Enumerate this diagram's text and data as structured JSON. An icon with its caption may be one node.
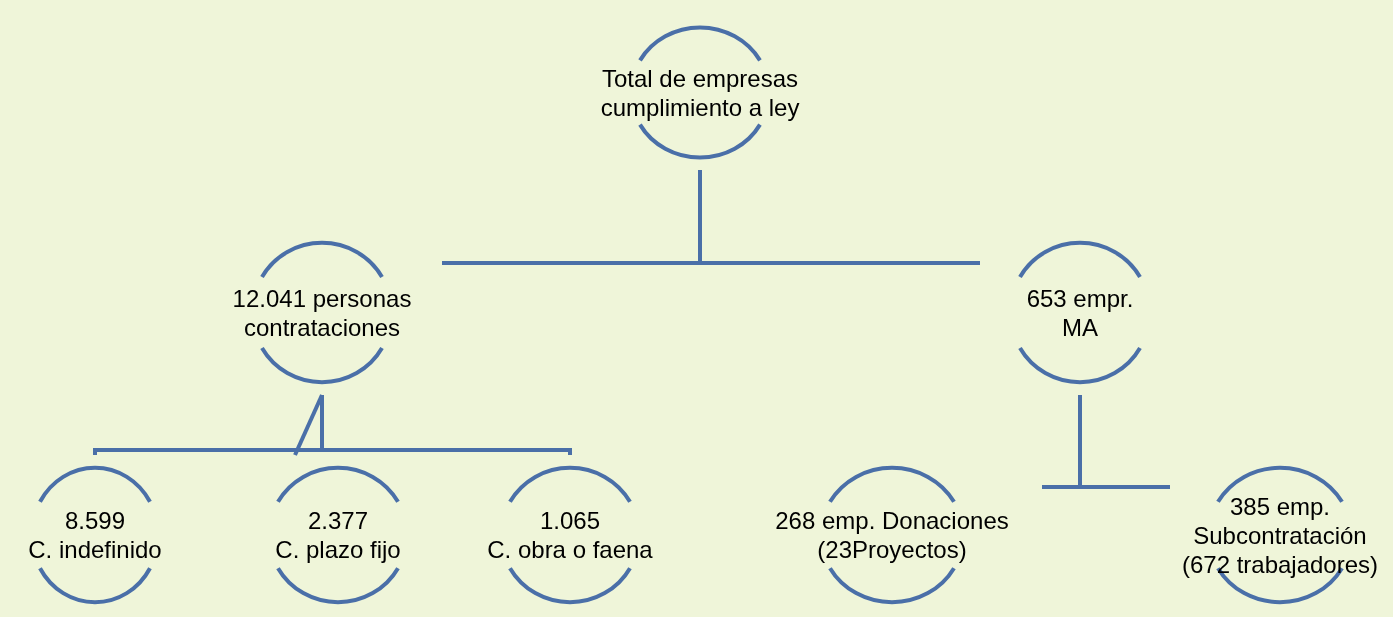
{
  "diagram": {
    "nodes": [
      {
        "text": [
          "Total de  empresas cumplimiento a ley"
        ]
      },
      {
        "text": [
          "12.041 personas contrataciones"
        ]
      },
      {
        "text": [
          "653 empr. MA"
        ]
      },
      {
        "text": [
          "8.599 C. indefinido"
        ]
      },
      {
        "text": [
          "2.377 C. plazo fijo"
        ]
      },
      {
        "text": [
          "1.065 C. obra o faena"
        ]
      },
      {
        "text": [
          "268 emp. Donaciones (23Proyectos)"
        ]
      },
      {
        "text": [
          "385 emp. Subcontratación (672 trabajadores)"
        ]
      }
    ],
    "edges": [
      {
        "from": 0,
        "to": 1,
        "arrow": "none"
      },
      {
        "from": 0,
        "to": 2,
        "arrow": "none"
      },
      {
        "from": 1,
        "to": 3,
        "arrow": "none"
      },
      {
        "from": 1,
        "to": 4,
        "arrow": "none"
      },
      {
        "from": 1,
        "to": 5,
        "arrow": "none"
      },
      {
        "from": 2,
        "to": 6,
        "arrow": "none"
      },
      {
        "from": 2,
        "to": 7,
        "arrow": "none"
      }
    ]
  }
}
